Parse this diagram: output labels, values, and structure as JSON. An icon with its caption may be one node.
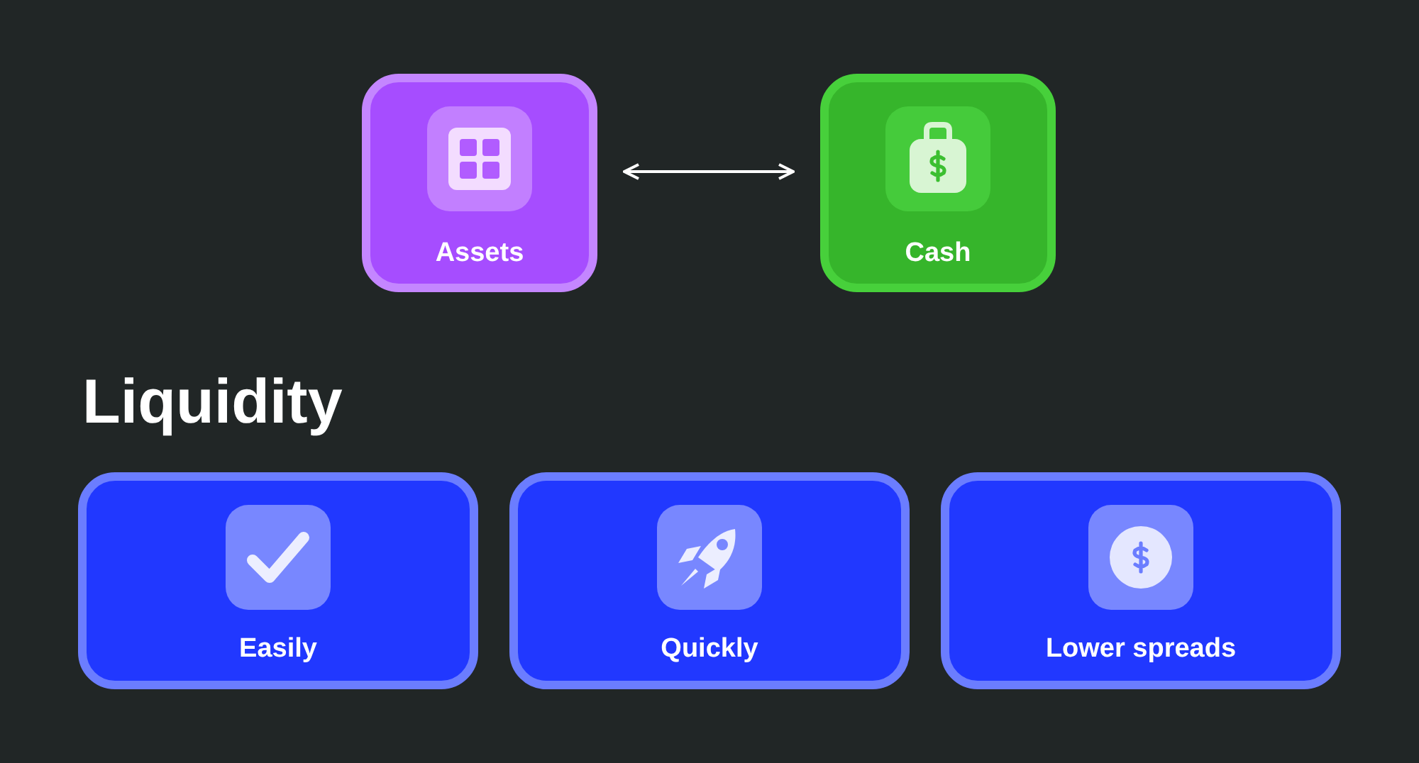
{
  "diagram": {
    "nodes": [
      {
        "text": [
          "Assets"
        ]
      },
      {
        "text": [
          "Cash"
        ]
      },
      {
        "text": [
          "Easily"
        ]
      },
      {
        "text": [
          "Quickly"
        ]
      },
      {
        "text": [
          "Lower spreads"
        ]
      }
    ],
    "edges": [
      {
        "from": 0,
        "to": 1,
        "arrow": "both"
      }
    ],
    "labels": [
      "Liquidity"
    ]
  }
}
